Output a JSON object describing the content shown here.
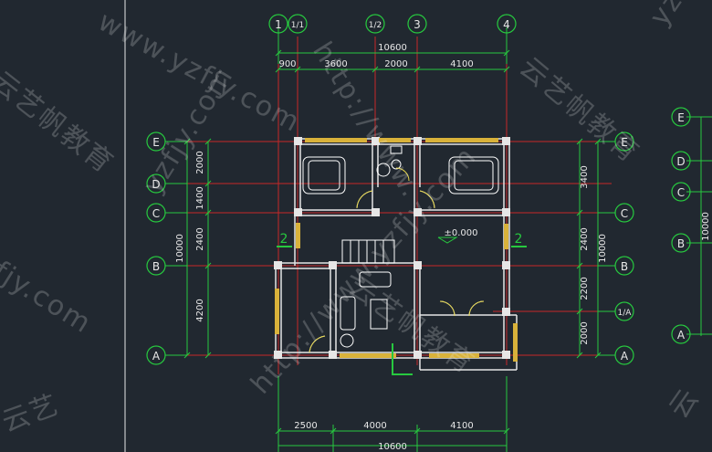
{
  "drawing": {
    "column_axes": [
      "1",
      "1/1",
      "1/2",
      "3",
      "4"
    ],
    "row_axes_left": [
      "E",
      "D",
      "C",
      "B",
      "A"
    ],
    "row_axes_right": [
      "E",
      "C",
      "B",
      "1/A",
      "A"
    ],
    "row_axes_far_right": [
      "E",
      "D",
      "C",
      "B",
      "A"
    ],
    "top_dimensions": {
      "total": "10600",
      "segments": [
        "900",
        "3600",
        "2000",
        "4100"
      ]
    },
    "bottom_dimensions": {
      "total": "10600",
      "segments": [
        "2500",
        "4000",
        "4100"
      ]
    },
    "left_dimensions": {
      "total": "10000",
      "segments": [
        "2000",
        "1400",
        "2400",
        "4200"
      ]
    },
    "right_dimensions": {
      "total": "10000",
      "segments": [
        "3400",
        "2400",
        "2200",
        "2000"
      ]
    },
    "far_right_total": "10000",
    "level_mark": "±0.000",
    "section_marks": [
      "2",
      "2"
    ]
  },
  "watermarks": {
    "url": "http://www.yzfjy.com",
    "brand": "云艺帆教育",
    "fragments": [
      "www.yzfjy.com",
      "zfjy.com",
      "yzfjy.com",
      "http://www.",
      "云艺帆教育",
      "云艺",
      "yzfjy",
      "http://www.yzfjy.com",
      "云艺帆教育",
      "云",
      "云艺帆教育"
    ]
  },
  "colors": {
    "background": "#212830",
    "wall": "#e6e6e6",
    "axis": "#c62828",
    "dimension": "#27c93f",
    "window": "#d9b23a",
    "fixture": "#ffffff",
    "text": "#e8e8e8",
    "bubble": "#27c93f"
  }
}
